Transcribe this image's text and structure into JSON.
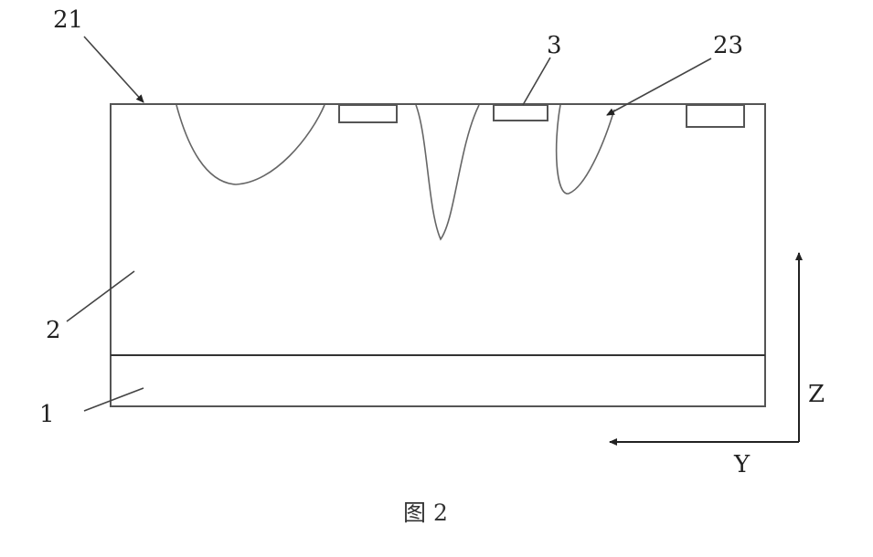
{
  "labels": {
    "l21": "21",
    "l3": "3",
    "l23": "23",
    "l2": "2",
    "l1": "1",
    "axis_z": "Z",
    "axis_y": "Y"
  },
  "caption": "图 2"
}
